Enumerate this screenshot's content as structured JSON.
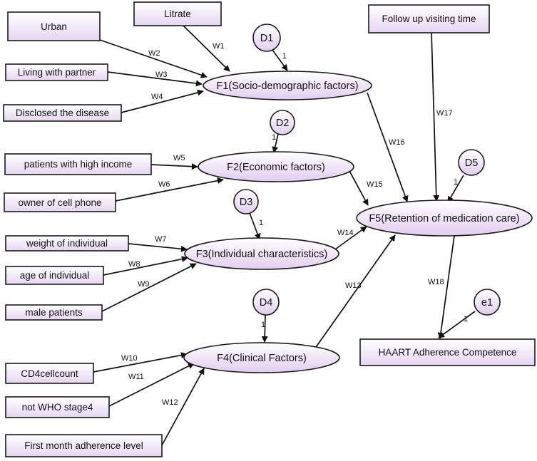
{
  "colors": {
    "box_fill_top": "#ffffff",
    "box_fill_bottom": "#e6d6f2",
    "ellipse_fill_top": "#ffffff",
    "ellipse_fill_bottom": "#e2cdf0",
    "stroke": "#111111"
  },
  "observed": {
    "urban": "Urban",
    "litrate": "Litrate",
    "living_partner": "Living with partner",
    "disclosed": "Disclosed the disease",
    "follow_up": "Follow up visiting time",
    "high_income": "patients with high income",
    "cell_phone": "owner of cell phone",
    "weight": "weight of individual",
    "age": "age of individual",
    "male": "male patients",
    "cd4": "CD4cellcount",
    "who_stage": "not WHO stage4",
    "first_month": "First month adherence level",
    "haart": "HAART Adherence Competence"
  },
  "latent": {
    "f1": "F1(Socio-demographic factors)",
    "f2": "F2(Economic factors)",
    "f3": "F3(Individual characteristics)",
    "f4": "F4(Clinical Factors)",
    "f5": "F5(Retention of medication care)"
  },
  "errors": {
    "d1": "D1",
    "d2": "D2",
    "d3": "D3",
    "d4": "D4",
    "d5": "D5",
    "e1": "e1"
  },
  "weights": {
    "w1": "W1",
    "w2": "W2",
    "w3": "W3",
    "w4": "W4",
    "w5": "W5",
    "w6": "W6",
    "w7": "W7",
    "w8": "W8",
    "w9": "W9",
    "w10": "W10",
    "w11": "W11",
    "w12": "W12",
    "w13": "W13",
    "w14": "W14",
    "w15": "W15",
    "w16": "W16",
    "w17": "W17",
    "w18": "W18"
  },
  "error_loadings": {
    "d1": "1",
    "d2": "1",
    "d3": "1",
    "d4": "1",
    "d5": "1",
    "e1": "1"
  }
}
